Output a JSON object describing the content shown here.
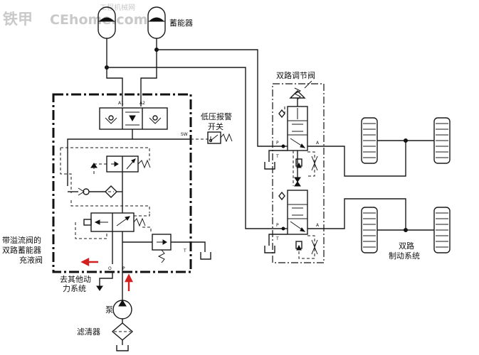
{
  "watermark": {
    "logo_text": "铁甲",
    "site_text": "CEhome.com",
    "tagline": "工程机械网"
  },
  "labels": {
    "accumulator": "蓄能器",
    "dual_valve": "双路调节阀",
    "low_pressure_switch_line1": "低压报警",
    "low_pressure_switch_line2": "开关",
    "charging_valve_line1": "带溢流阀的",
    "charging_valve_line2": "双路蓄能器",
    "charging_valve_line3": "充液阀",
    "to_other_line1": "去其他动",
    "to_other_line2": "力系统",
    "pump": "泵",
    "filter": "滤清器",
    "brake_line1": "双路",
    "brake_line2": "制动系统"
  },
  "ports": {
    "a1": "A1",
    "a2": "A2",
    "sw": "SW",
    "o": "O",
    "p": "P",
    "t": "T",
    "p_upper": "P",
    "t_upper": "T",
    "a_upper": "A",
    "p_lower": "P",
    "t_lower": "T",
    "a_lower": "A"
  },
  "colors": {
    "line": "#1a1a1a",
    "arrow_red": "#d22020",
    "watermark": "#c9c9c9"
  }
}
